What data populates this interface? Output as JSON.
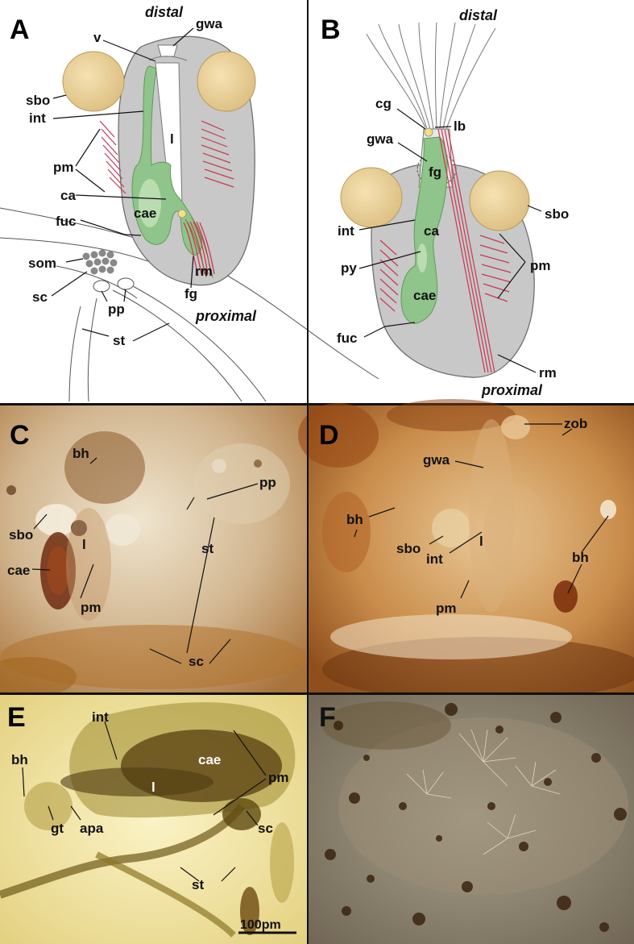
{
  "panels": {
    "A": {
      "letter": "A",
      "distal": "distal",
      "proximal": "proximal",
      "labels": {
        "v": "v",
        "gwa": "gwa",
        "sbo": "sbo",
        "int": "int",
        "l": "l",
        "pm": "pm",
        "ca": "ca",
        "cae": "cae",
        "fuc": "fuc",
        "som": "som",
        "sc": "sc",
        "pp": "pp",
        "fg": "fg",
        "rm": "rm",
        "st": "st"
      }
    },
    "B": {
      "letter": "B",
      "distal": "distal",
      "proximal": "proximal",
      "labels": {
        "cg": "cg",
        "lb": "lb",
        "gwa": "gwa",
        "fg": "fg",
        "sbo": "sbo",
        "int": "int",
        "ca": "ca",
        "py": "py",
        "pm": "pm",
        "cae": "cae",
        "fuc": "fuc",
        "rm": "rm"
      }
    },
    "C": {
      "letter": "C",
      "labels": {
        "bh": "bh",
        "pp": "pp",
        "sbo": "sbo",
        "l": "l",
        "st": "st",
        "cae": "cae",
        "pm": "pm",
        "sc": "sc"
      }
    },
    "D": {
      "letter": "D",
      "labels": {
        "zob": "zob",
        "gwa": "gwa",
        "bh1": "bh",
        "sbo": "sbo",
        "int": "int",
        "l": "l",
        "pm": "pm",
        "bh2": "bh"
      }
    },
    "E": {
      "letter": "E",
      "labels": {
        "int": "int",
        "cae": "cae",
        "bh": "bh",
        "l": "l",
        "pm": "pm",
        "sc": "sc",
        "gt": "gt",
        "apa": "apa",
        "st": "st"
      },
      "scale_bar": "100pm"
    },
    "F": {
      "letter": "F"
    }
  },
  "colors": {
    "body_grey": "#c8c8c8",
    "sbo_yellow": "#ecd29a",
    "gut_green": "#8fc48a",
    "muscle_red": "#c43a52",
    "photo_c": "#c8a06a",
    "photo_d": "#b87a3a",
    "photo_e": "#e6d58a",
    "photo_f": "#8a7e6a"
  }
}
